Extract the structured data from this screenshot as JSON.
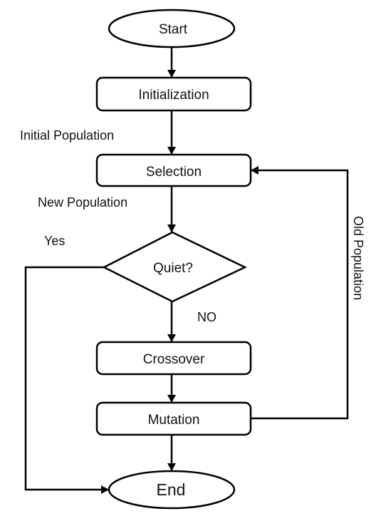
{
  "nodes": {
    "start": "Start",
    "initialization": "Initialization",
    "selection": "Selection",
    "decision": "Quiet?",
    "crossover": "Crossover",
    "mutation": "Mutation",
    "end": "End"
  },
  "edge_labels": {
    "initial_population": "Initial Population",
    "new_population": "New Population",
    "yes": "Yes",
    "no": "NO",
    "old_population": "Old Population"
  },
  "colors": {
    "stroke": "#000000",
    "fill": "#ffffff",
    "text": "#111111"
  }
}
